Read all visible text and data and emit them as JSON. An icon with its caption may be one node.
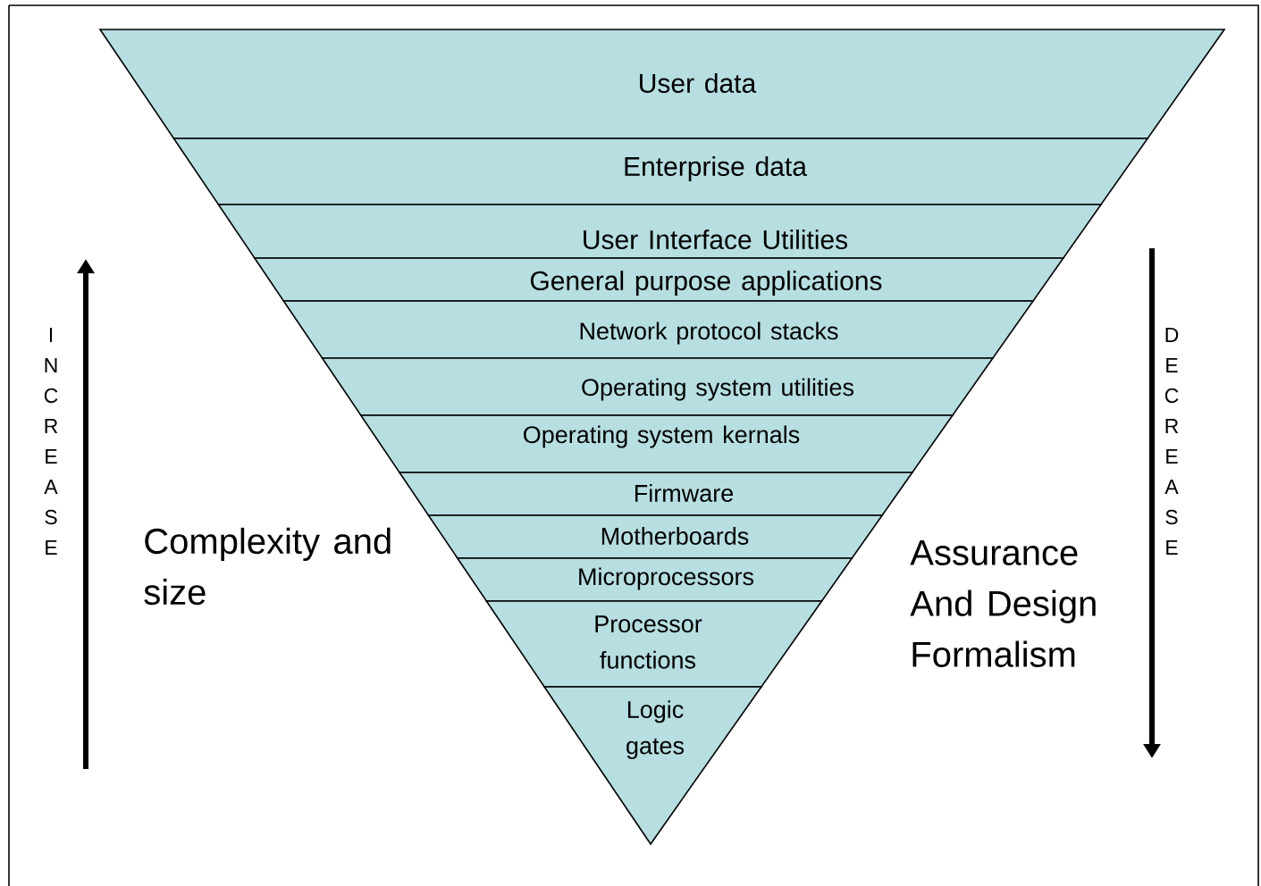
{
  "diagram": {
    "nodes": [
      {
        "text": [
          "User data"
        ]
      },
      {
        "text": [
          "Enterprise data"
        ]
      },
      {
        "text": [
          "User Interface Utilities"
        ]
      },
      {
        "text": [
          "General purpose applications"
        ]
      },
      {
        "text": [
          "Network protocol stacks"
        ]
      },
      {
        "text": [
          "Operating system utilities"
        ]
      },
      {
        "text": [
          "Operating system kernals"
        ]
      },
      {
        "text": [
          "Firmware"
        ]
      },
      {
        "text": [
          "Motherboards"
        ]
      },
      {
        "text": [
          "Microprocessors"
        ]
      },
      {
        "text": [
          "Processor functions"
        ]
      },
      {
        "text": [
          "Logic gates"
        ]
      }
    ],
    "labels": [
      "I N C R E A S E",
      "Complexity and size",
      "Assurance And Design Formalism",
      "D E C R E A S E"
    ]
  }
}
